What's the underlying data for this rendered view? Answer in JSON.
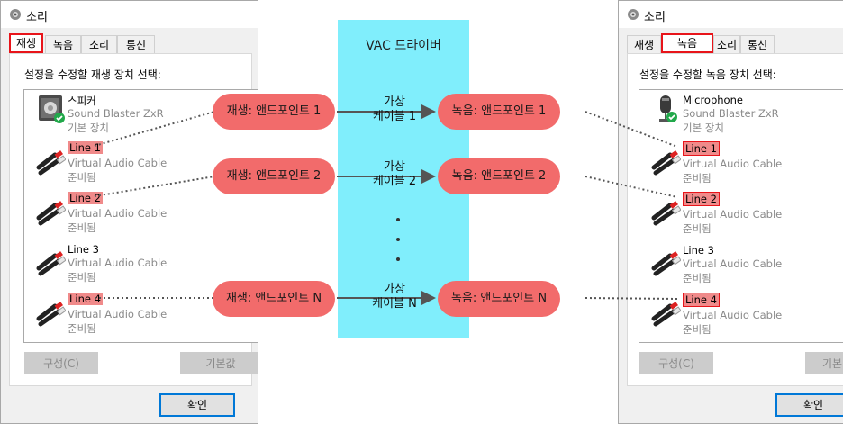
{
  "left_dialog": {
    "title": "소리",
    "tabs": [
      "재생",
      "녹음",
      "소리",
      "통신"
    ],
    "active_tab": 0,
    "prompt": "설정을 수정할 재생 장치 선택:",
    "devices": [
      {
        "name": "스피커",
        "desc": "Sound Blaster ZxR",
        "status": "기본 장치",
        "icon": "speaker-icon",
        "highlight": false
      },
      {
        "name": "Line 1",
        "desc": "Virtual Audio Cable",
        "status": "준비됨",
        "icon": "audio-cable-icon",
        "highlight": true
      },
      {
        "name": "Line 2",
        "desc": "Virtual Audio Cable",
        "status": "준비됨",
        "icon": "audio-cable-icon",
        "highlight": true
      },
      {
        "name": "Line 3",
        "desc": "Virtual Audio Cable",
        "status": "준비됨",
        "icon": "audio-cable-icon",
        "highlight": false
      },
      {
        "name": "Line 4",
        "desc": "Virtual Audio Cable",
        "status": "준비됨",
        "icon": "audio-cable-icon",
        "highlight": true
      }
    ],
    "configure_label": "구성(C)",
    "default_label": "기본값",
    "ok_label": "확인"
  },
  "right_dialog": {
    "title": "소리",
    "tabs": [
      "재생",
      "녹음",
      "소리",
      "통신"
    ],
    "active_tab": 1,
    "prompt": "설정을 수정할 녹음 장치 선택:",
    "devices": [
      {
        "name": "Microphone",
        "desc": "Sound Blaster ZxR",
        "status": "기본 장치",
        "icon": "microphone-icon",
        "highlight": false
      },
      {
        "name": "Line 1",
        "desc": "Virtual Audio Cable",
        "status": "준비됨",
        "icon": "audio-cable-icon",
        "highlight": true
      },
      {
        "name": "Line 2",
        "desc": "Virtual Audio Cable",
        "status": "준비됨",
        "icon": "audio-cable-icon",
        "highlight": true
      },
      {
        "name": "Line 3",
        "desc": "Virtual Audio Cable",
        "status": "준비됨",
        "icon": "audio-cable-icon",
        "highlight": false
      },
      {
        "name": "Line 4",
        "desc": "Virtual Audio Cable",
        "status": "준비됨",
        "icon": "audio-cable-icon",
        "highlight": true
      }
    ],
    "configure_label": "구성(C)",
    "default_label": "기본",
    "ok_label": "확인"
  },
  "diagram": {
    "band_title": "VAC 드라이버",
    "rows": [
      {
        "playback": "재생: 앤드포인트 1",
        "cable": [
          "가상",
          "케이블 1"
        ],
        "record": "녹음: 앤드포인트 1"
      },
      {
        "playback": "재생: 앤드포인트 2",
        "cable": [
          "가상",
          "케이블 2"
        ],
        "record": "녹음: 앤드포인트 2"
      },
      {
        "playback": "재생: 앤드포인트 N",
        "cable": [
          "가상",
          "케이블 N"
        ],
        "record": "녹음: 앤드포인트 N"
      }
    ],
    "colors": {
      "band": "#80eefc",
      "pill": "#f26b6b",
      "highlight": "#f08a8a",
      "red_box": "#e8141a"
    }
  }
}
